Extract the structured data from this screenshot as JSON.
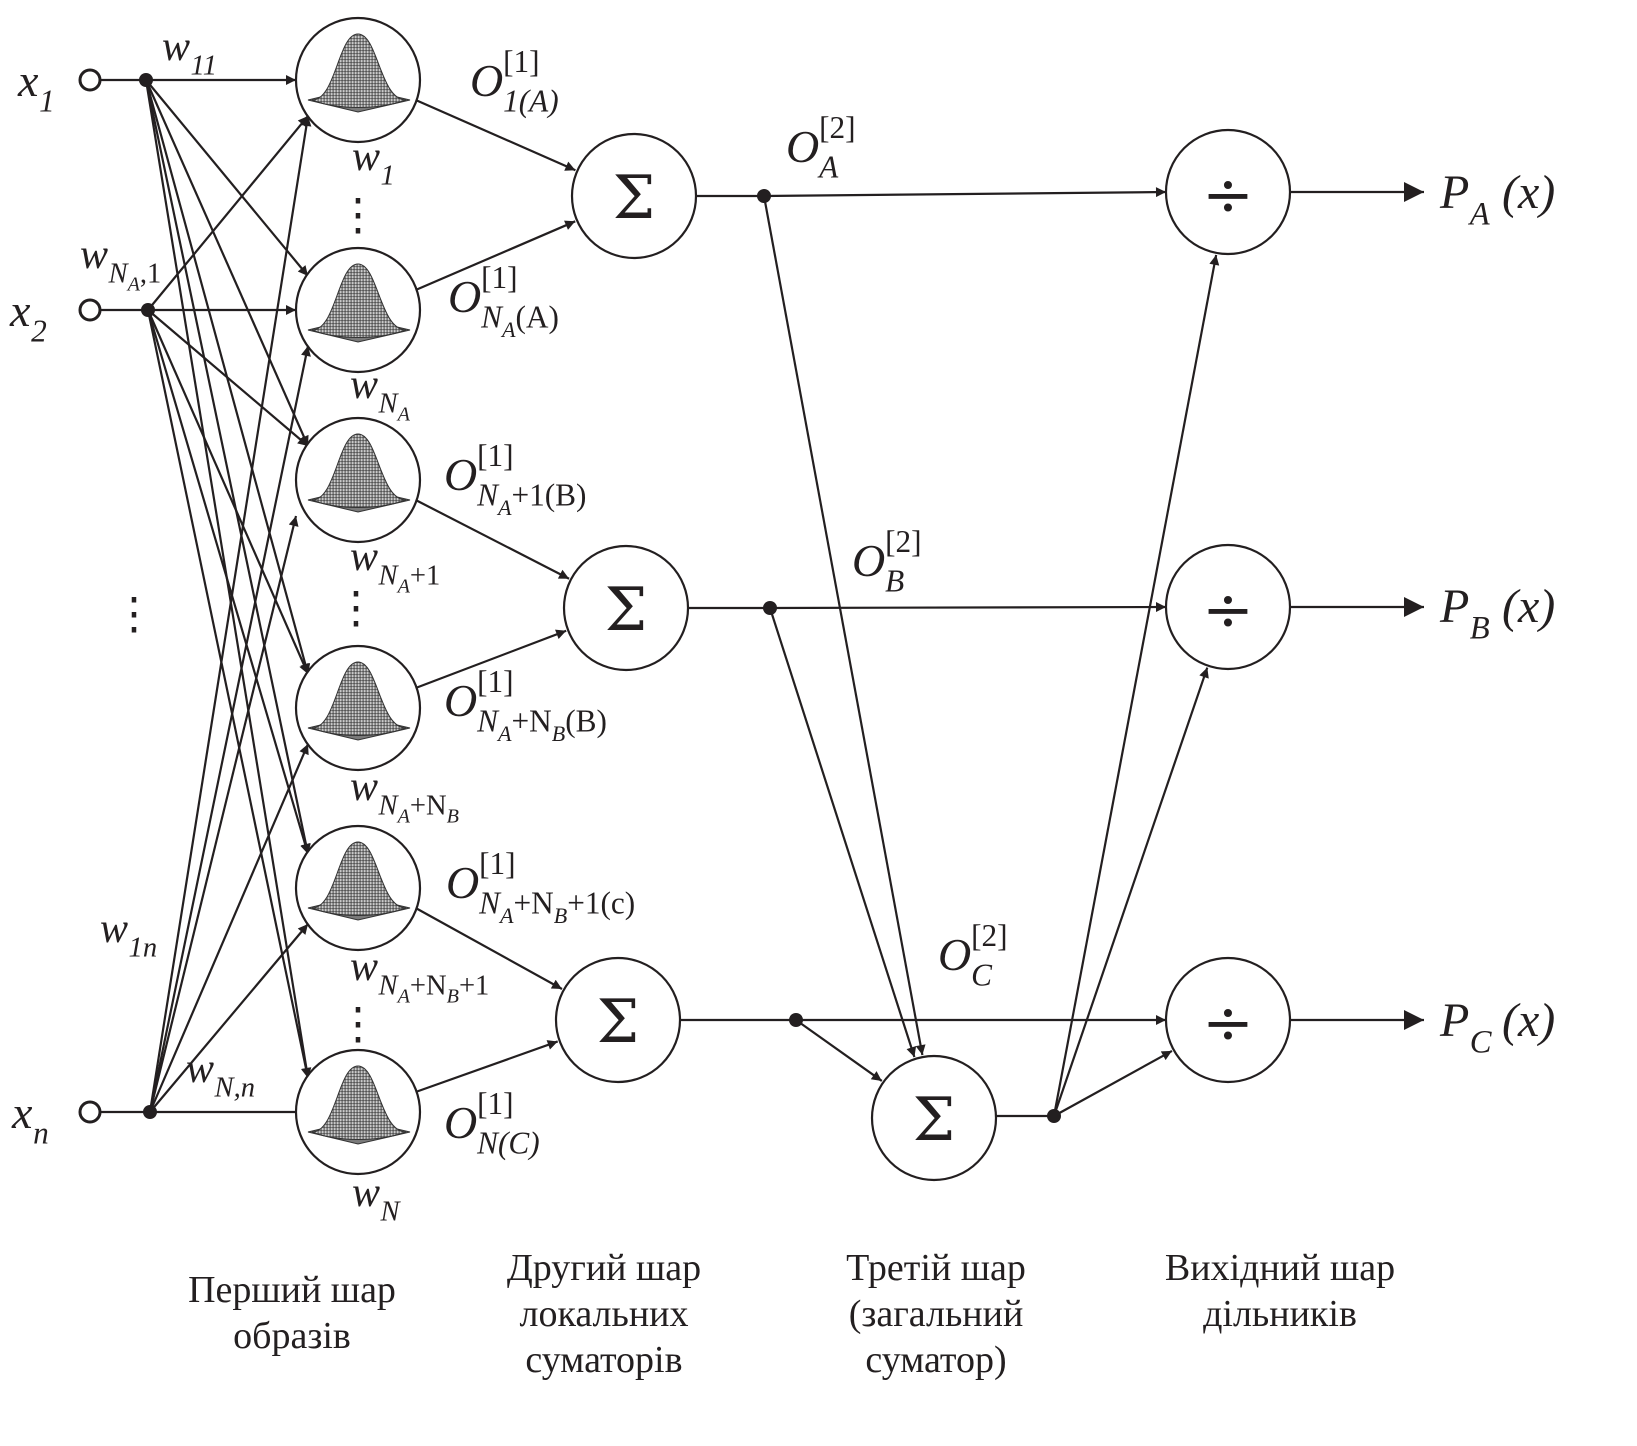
{
  "inputs": [
    {
      "base": "x",
      "sub": "1"
    },
    {
      "base": "x",
      "sub": "2"
    },
    {
      "base": "x",
      "sub": "n"
    }
  ],
  "vertical_ellipsis": "⋮",
  "weights": {
    "w11": {
      "base": "w",
      "sub": "11"
    },
    "wNA1": {
      "base": "w",
      "sub": "N",
      "subsub": "A",
      "tail": ",1"
    },
    "w1n": {
      "base": "w",
      "sub": "1n"
    },
    "wNn": {
      "base": "w",
      "sub": "N,n"
    }
  },
  "pattern_labels": [
    {
      "base": "w",
      "sub": "1"
    },
    {
      "base": "w",
      "sub": "N",
      "subsub": "A"
    },
    {
      "base": "w",
      "sub": "N",
      "subsub": "A",
      "tail": "+1"
    },
    {
      "base": "w",
      "sub": "N",
      "subsub": "A",
      "mid": "+N",
      "subsub2": "B"
    },
    {
      "base": "w",
      "sub": "N",
      "subsub": "A",
      "mid": "+N",
      "subsub2": "B",
      "tail": "+1"
    },
    {
      "base": "w",
      "sub": "N"
    }
  ],
  "layer1_outputs": [
    {
      "base": "O",
      "sup": "[1]",
      "sub": "1(A)"
    },
    {
      "base": "O",
      "sup": "[1]",
      "sub": "N",
      "subsub": "A",
      "tail": "(A)"
    },
    {
      "base": "O",
      "sup": "[1]",
      "sub": "N",
      "subsub": "A",
      "tail": "+1(B)"
    },
    {
      "base": "O",
      "sup": "[1]",
      "sub": "N",
      "subsub": "A",
      "mid": "+N",
      "subsub2": "B",
      "tail": "(B)"
    },
    {
      "base": "O",
      "sup": "[1]",
      "sub": "N",
      "subsub": "A",
      "mid": "+N",
      "subsub2": "B",
      "tail": "+1(c)"
    },
    {
      "base": "O",
      "sup": "[1]",
      "sub": "N(C)"
    }
  ],
  "layer2_outputs": [
    {
      "base": "O",
      "sup": "[2]",
      "sub": "A"
    },
    {
      "base": "O",
      "sup": "[2]",
      "sub": "B"
    },
    {
      "base": "O",
      "sup": "[2]",
      "sub": "C"
    }
  ],
  "sum_symbol": "Σ",
  "div_symbol": "÷",
  "outputs": [
    {
      "base": "P",
      "sub": "A",
      "arg": "(x)"
    },
    {
      "base": "P",
      "sub": "B",
      "arg": "(x)"
    },
    {
      "base": "P",
      "sub": "C",
      "arg": "(x)"
    }
  ],
  "layer_captions": [
    {
      "line1": "Перший шар",
      "line2": "образів",
      "line3": ""
    },
    {
      "line1": "Другий шар",
      "line2": "локальних",
      "line3": "суматорів"
    },
    {
      "line1": "Третій шар",
      "line2": "(загальний",
      "line3": "суматор)"
    },
    {
      "line1": "Вихідний шар",
      "line2": "дільників",
      "line3": ""
    }
  ]
}
